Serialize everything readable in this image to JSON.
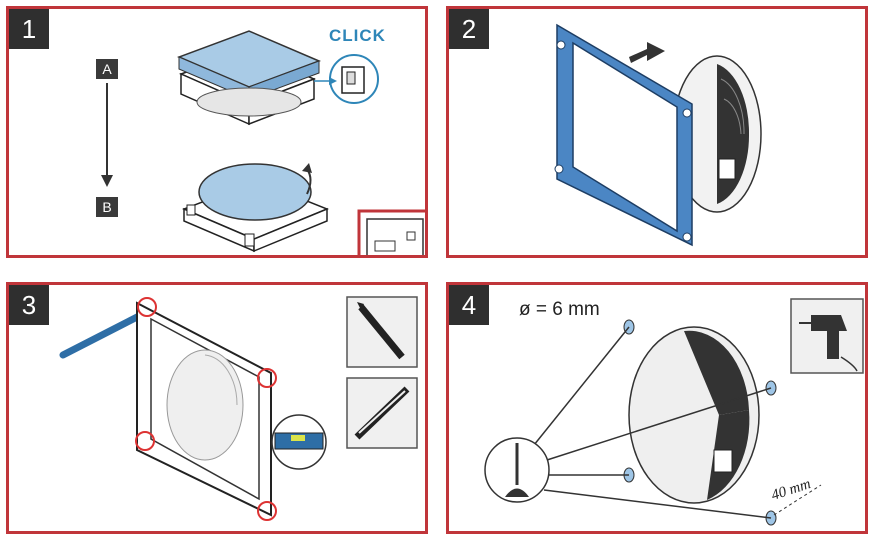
{
  "steps": [
    {
      "number": "1",
      "labels": {
        "a": "A",
        "b": "B"
      },
      "click_text": "CLICK"
    },
    {
      "number": "2"
    },
    {
      "number": "3"
    },
    {
      "number": "4",
      "diameter_text": "ø = 6 mm",
      "distance_text": "40 mm"
    }
  ],
  "colors": {
    "frame_border": "#c0353a",
    "accent_blue": "#2e86b8",
    "part_blue": "#4b86c4",
    "dark": "#2f2f2f"
  },
  "icons": [
    "arrow-down-icon",
    "rotate-arrow-icon",
    "push-arrow-icon",
    "pencil-icon",
    "spirit-level-icon",
    "drill-icon",
    "wall-plug-icon"
  ]
}
